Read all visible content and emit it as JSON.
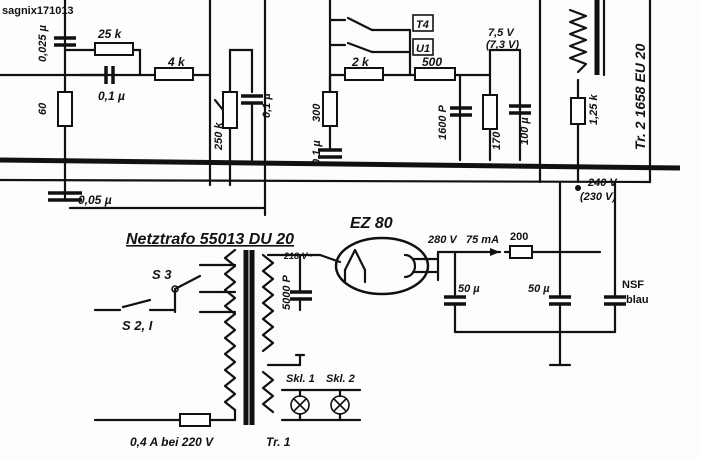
{
  "header": {
    "id_text": "sagnix171013"
  },
  "components": {
    "r1": "25 k",
    "r2": "4 k",
    "c1": "0,1 µ",
    "c2": "0,025 µ",
    "r3": "60",
    "c3": "0,05 µ",
    "r4": "250 k",
    "c4": "0,1 µ",
    "r5": "2 k",
    "r6": "300",
    "c5": "0,1 µ",
    "r7": "500",
    "c6": "1600 P",
    "r8": "170",
    "c7": "100 µ",
    "v1": "7,5 V",
    "v1b": "(7,3 V)",
    "r9": "1,25 k",
    "t4": "T4",
    "u1": "U1",
    "transformer2": "Tr. 2 1658 EU 20",
    "v2": "240 V",
    "v2b": "(230 V)",
    "netztrafo": "Netztrafo 55013 DU 20",
    "tube": "EZ 80",
    "v3": "280 V",
    "current": "75 mA",
    "r10": "200",
    "v4": "218 V~",
    "c8": "5000 P",
    "c9": "50 µ",
    "c10": "50 µ",
    "nsf": "NSF",
    "blau": "blau",
    "s3": "S 3",
    "s21": "S 2, I",
    "skl1": "Skl. 1",
    "skl2": "Skl. 2",
    "fuse": "0,4 A bei 220 V",
    "tr1": "Tr. 1"
  }
}
